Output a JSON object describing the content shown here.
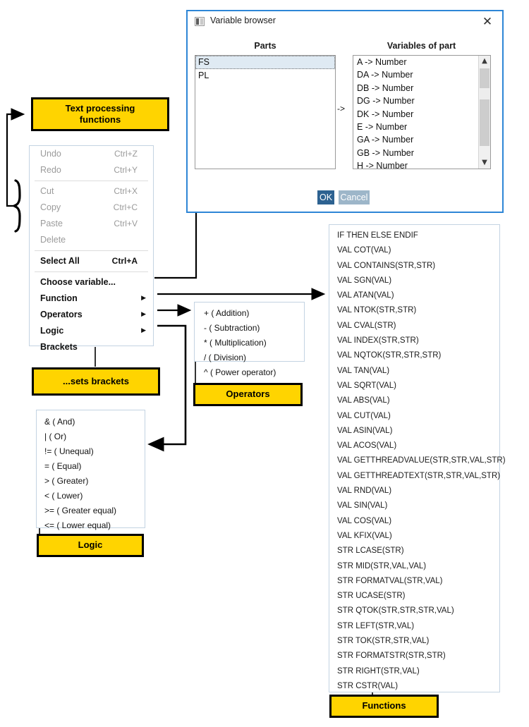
{
  "dialog": {
    "title": "Variable browser",
    "close_icon": "close-icon",
    "parts_header": "Parts",
    "variables_header": "Variables of part",
    "parts": [
      "FS",
      "PL"
    ],
    "selected_part": "FS",
    "variables": [
      "A -> Number",
      "DA -> Number",
      "DB -> Number",
      "DG -> Number",
      "DK -> Number",
      "E -> Number",
      "GA -> Number",
      "GB -> Number",
      "H -> Number"
    ],
    "mapping_arrow": "->",
    "scroll_up_icon": "chevron-up-icon",
    "scroll_down_icon": "chevron-down-icon",
    "ok_label": "OK",
    "cancel_label": "Cancel",
    "accent_color": "#2e86d6",
    "ok_color": "#2d6291",
    "cancel_color": "#9db6c9"
  },
  "context_menu": {
    "items": [
      {
        "label": "Undo",
        "accel": "Ctrl+Z",
        "enabled": false,
        "submenu": false
      },
      {
        "label": "Redo",
        "accel": "Ctrl+Y",
        "enabled": false,
        "submenu": false
      },
      {
        "label": "Cut",
        "accel": "Ctrl+X",
        "enabled": false,
        "submenu": false
      },
      {
        "label": "Copy",
        "accel": "Ctrl+C",
        "enabled": false,
        "submenu": false
      },
      {
        "label": "Paste",
        "accel": "Ctrl+V",
        "enabled": false,
        "submenu": false
      },
      {
        "label": "Delete",
        "accel": "",
        "enabled": false,
        "submenu": false
      },
      {
        "label": "Select All",
        "accel": "Ctrl+A",
        "enabled": true,
        "submenu": false
      },
      {
        "label": "Choose variable...",
        "accel": "",
        "enabled": true,
        "submenu": false
      },
      {
        "label": "Function",
        "accel": "",
        "enabled": true,
        "submenu": true
      },
      {
        "label": "Operators",
        "accel": "",
        "enabled": true,
        "submenu": true
      },
      {
        "label": "Logic",
        "accel": "",
        "enabled": true,
        "submenu": true
      },
      {
        "label": "Brackets",
        "accel": "",
        "enabled": true,
        "submenu": false
      }
    ],
    "submenu_icon": "triangle-right-icon"
  },
  "operators_menu": {
    "items": [
      "+ ( Addition)",
      "- ( Subtraction)",
      "* ( Multiplication)",
      "/ ( Division)",
      "^ ( Power operator)"
    ]
  },
  "logic_menu": {
    "items": [
      "& ( And)",
      "| ( Or)",
      "!= ( Unequal)",
      "= ( Equal)",
      "> ( Greater)",
      "< ( Lower)",
      ">= ( Greater equal)",
      "<= ( Lower equal)"
    ]
  },
  "functions_menu": {
    "items": [
      "IF THEN ELSE ENDIF",
      "VAL COT(VAL)",
      "VAL CONTAINS(STR,STR)",
      "VAL SGN(VAL)",
      "VAL ATAN(VAL)",
      "VAL NTOK(STR,STR)",
      "VAL CVAL(STR)",
      "VAL INDEX(STR,STR)",
      "VAL NQTOK(STR,STR,STR)",
      "VAL TAN(VAL)",
      "VAL SQRT(VAL)",
      "VAL ABS(VAL)",
      "VAL CUT(VAL)",
      "VAL ASIN(VAL)",
      "VAL ACOS(VAL)",
      "VAL GETTHREADVALUE(STR,STR,VAL,STR)",
      "VAL GETTHREADTEXT(STR,STR,VAL,STR)",
      "VAL RND(VAL)",
      "VAL SIN(VAL)",
      "VAL COS(VAL)",
      "VAL KFIX(VAL)",
      "STR LCASE(STR)",
      "STR MID(STR,VAL,VAL)",
      "STR FORMATVAL(STR,VAL)",
      "STR UCASE(STR)",
      "STR QTOK(STR,STR,STR,VAL)",
      "STR LEFT(STR,VAL)",
      "STR TOK(STR,STR,VAL)",
      "STR FORMATSTR(STR,STR)",
      "STR RIGHT(STR,VAL)",
      "STR CSTR(VAL)"
    ]
  },
  "callouts": {
    "text_processing": "Text processing\nfunctions",
    "sets_brackets": "...sets brackets",
    "operators": "Operators",
    "logic": "Logic",
    "functions": "Functions",
    "fill_color": "#FFD400",
    "border_color": "#000000"
  }
}
